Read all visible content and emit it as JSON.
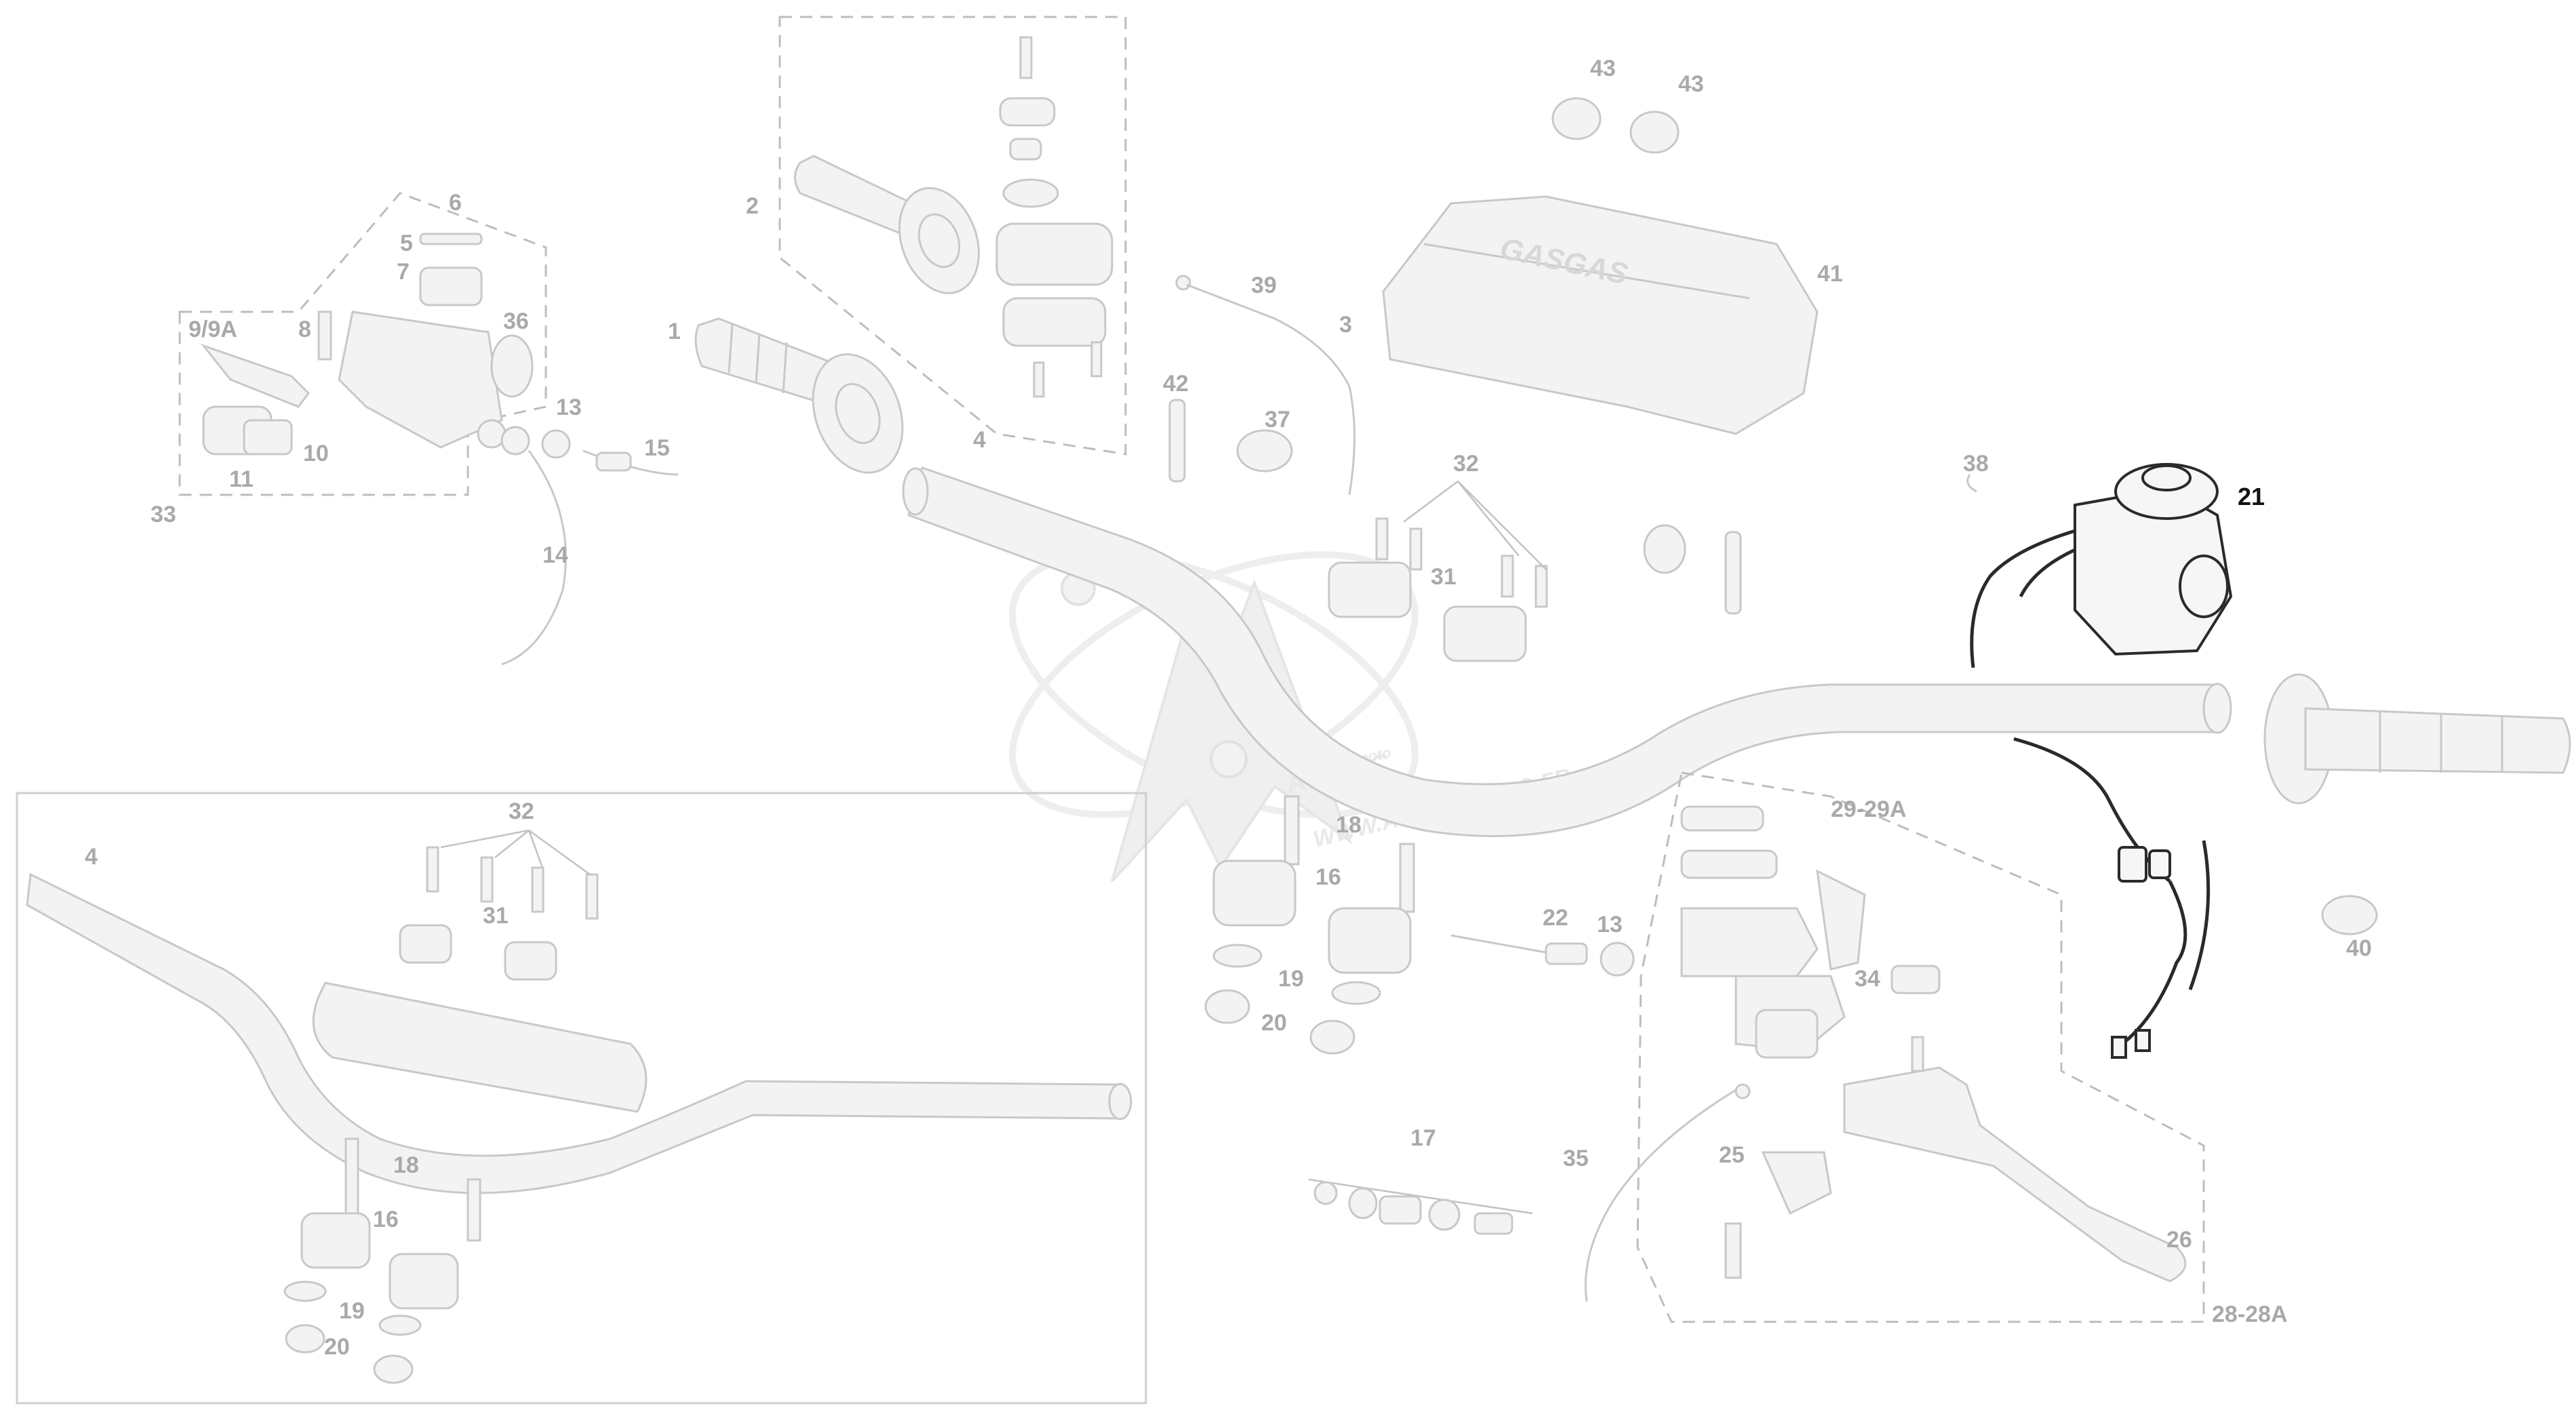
{
  "diagram": {
    "parts": [
      {
        "id": "p1",
        "text": "1"
      },
      {
        "id": "p2",
        "text": "2"
      },
      {
        "id": "p3",
        "text": "3"
      },
      {
        "id": "p4a",
        "text": "4"
      },
      {
        "id": "p4b",
        "text": "4"
      },
      {
        "id": "p5",
        "text": "5"
      },
      {
        "id": "p6",
        "text": "6"
      },
      {
        "id": "p7",
        "text": "7"
      },
      {
        "id": "p8",
        "text": "8"
      },
      {
        "id": "p9",
        "text": "9/9A"
      },
      {
        "id": "p10",
        "text": "10"
      },
      {
        "id": "p11",
        "text": "11"
      },
      {
        "id": "p13a",
        "text": "13"
      },
      {
        "id": "p13b",
        "text": "13"
      },
      {
        "id": "p14",
        "text": "14"
      },
      {
        "id": "p15",
        "text": "15"
      },
      {
        "id": "p16a",
        "text": "16"
      },
      {
        "id": "p16b",
        "text": "16"
      },
      {
        "id": "p17",
        "text": "17"
      },
      {
        "id": "p18a",
        "text": "18"
      },
      {
        "id": "p18b",
        "text": "18"
      },
      {
        "id": "p19a",
        "text": "19"
      },
      {
        "id": "p19b",
        "text": "19"
      },
      {
        "id": "p20a",
        "text": "20"
      },
      {
        "id": "p20b",
        "text": "20"
      },
      {
        "id": "p21",
        "text": "21"
      },
      {
        "id": "p22",
        "text": "22"
      },
      {
        "id": "p25",
        "text": "25"
      },
      {
        "id": "p26",
        "text": "26"
      },
      {
        "id": "p28",
        "text": "28-28A"
      },
      {
        "id": "p29",
        "text": "29-29A"
      },
      {
        "id": "p31a",
        "text": "31"
      },
      {
        "id": "p31b",
        "text": "31"
      },
      {
        "id": "p32a",
        "text": "32"
      },
      {
        "id": "p32b",
        "text": "32"
      },
      {
        "id": "p33",
        "text": "33"
      },
      {
        "id": "p34",
        "text": "34"
      },
      {
        "id": "p35",
        "text": "35"
      },
      {
        "id": "p36",
        "text": "36"
      },
      {
        "id": "p37",
        "text": "37"
      },
      {
        "id": "p38",
        "text": "38"
      },
      {
        "id": "p39",
        "text": "39"
      },
      {
        "id": "p40",
        "text": "40"
      },
      {
        "id": "p41",
        "text": "41"
      },
      {
        "id": "p42",
        "text": "42"
      },
      {
        "id": "p43a",
        "text": "43"
      },
      {
        "id": "p43b",
        "text": "43"
      }
    ],
    "watermark": {
      "url": "WWW.ATOMICMOTO.FR",
      "brand": "ATOMIC",
      "sub": "moto"
    },
    "colors": {
      "label": "#a9a9a9",
      "active_label": "#111111",
      "ghost_stroke": "#c8c8c8",
      "highlight_stroke": "#2a2a2a"
    }
  }
}
